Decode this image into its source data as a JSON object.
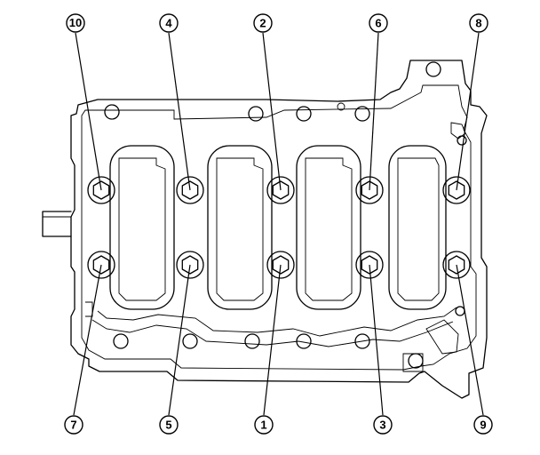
{
  "bolts": [
    {
      "label": "10"
    },
    {
      "label": "4"
    },
    {
      "label": "2"
    },
    {
      "label": "6"
    },
    {
      "label": "8"
    },
    {
      "label": "7"
    },
    {
      "label": "5"
    },
    {
      "label": "1"
    },
    {
      "label": "3"
    },
    {
      "label": "9"
    }
  ]
}
